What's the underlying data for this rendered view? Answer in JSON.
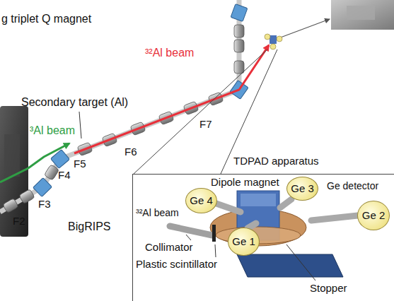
{
  "diagram": {
    "nodes": [
      {
        "text": [
          "TDPAD apparatus"
        ]
      },
      {
        "text": [
          "Ge 3"
        ],
        "in": 0
      },
      {
        "text": [
          "Ge 4"
        ],
        "in": 0
      },
      {
        "text": [
          "Ge 2"
        ],
        "in": 0
      },
      {
        "text": [
          "Ge 1"
        ],
        "in": 0
      }
    ],
    "labels": [
      "g triplet Q magnet",
      "³²Al beam",
      "Secondary target (Al)",
      "³Al beam",
      "F7",
      "F6",
      "F5",
      "F4",
      "F3",
      "F2",
      "BigRIPS",
      "Dipole magnet",
      "Ge detector",
      "³²Al beam",
      "Collimator",
      "Plastic scintillator",
      "Stopper"
    ]
  }
}
